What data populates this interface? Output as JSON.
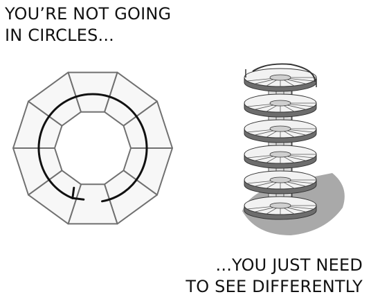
{
  "caption_top": {
    "line1": "YOU’RE NOT GOING",
    "line2": "IN CIRCLES..."
  },
  "caption_bottom": {
    "line1": "...YOU JUST NEED",
    "line2": "TO SEE DIFFERENTLY"
  },
  "colors": {
    "ink": "#111111",
    "ring_fill": "#f7f7f7",
    "ring_stroke": "#707070",
    "shadow": "#9a9a9a",
    "step_light": "#f2f2f2",
    "step_dark": "#6d6d6d"
  }
}
